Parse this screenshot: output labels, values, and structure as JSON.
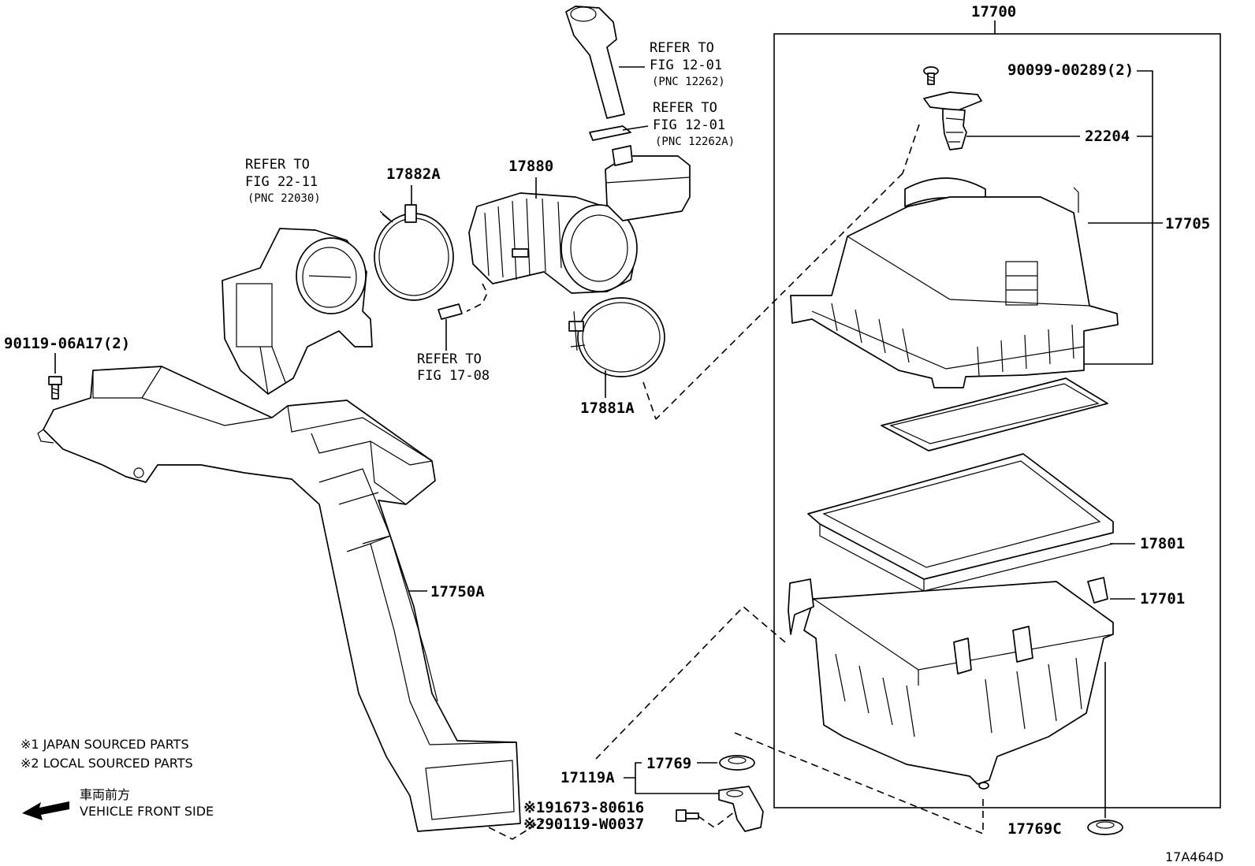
{
  "diagram_id": "17A464D",
  "assembly": {
    "number": "17700"
  },
  "parts": {
    "screw": "90099-00289(2)",
    "sensor": "22204",
    "cap": "17705",
    "element": "17801",
    "case": "17701",
    "duct": "17750A",
    "hose": "17880",
    "clamp_a": "17882A",
    "clamp_b": "17881A",
    "bolt": "90119-06A17(2)",
    "bracket": "17119A",
    "grommet": "17769",
    "grommet_c": "17769C",
    "nut1": "※191673-80616",
    "nut2": "※290119-W0037"
  },
  "refs": {
    "r1": {
      "l1": "REFER TO",
      "l2": "FIG 12-01",
      "l3": "(PNC 12262)"
    },
    "r2": {
      "l1": "REFER TO",
      "l2": "FIG 12-01",
      "l3": "(PNC 12262A)"
    },
    "r3": {
      "l1": "REFER TO",
      "l2": "FIG 22-11",
      "l3": "(PNC 22030)"
    },
    "r4": {
      "l1": "REFER TO",
      "l2": "FIG 17-08"
    }
  },
  "notes": {
    "n1": "※1 JAPAN SOURCED PARTS",
    "n2": "※2 LOCAL SOURCED PARTS",
    "front_jp": "車両前方",
    "front_en": "VEHICLE FRONT SIDE"
  }
}
